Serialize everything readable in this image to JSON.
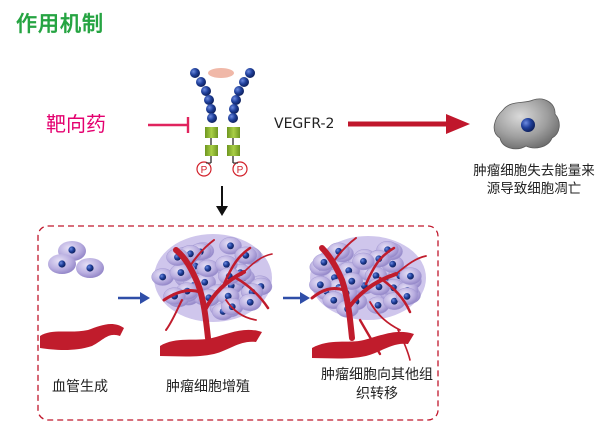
{
  "title": "作用机制",
  "drug_label": "靶向药",
  "receptor_label": "VEGFR-2",
  "phospho_label": "P",
  "outcome_label": "肿瘤细胞失去能量来源导致细胞凋亡",
  "stages": [
    {
      "label": "血管生成"
    },
    {
      "label": "肿瘤细胞增殖"
    },
    {
      "label": "肿瘤细胞向其他组织转移"
    }
  ],
  "colors": {
    "title": "#26a442",
    "drug": "#e4006f",
    "receptor_bead": "#1f3f9a",
    "receptor_segment": "#8bb52a",
    "inhibitor_line": "#e0245e",
    "main_arrow": "#c0172c",
    "vessel": "#c01c2c",
    "stage_arrow": "#2f4ea8",
    "cell": "#b9aee0",
    "nucleus": "#1f3f9a",
    "frame": "#c0172c"
  },
  "icons": [
    "inhibition-bar-icon",
    "right-arrow-icon",
    "down-arrow-icon",
    "dead-cell-icon"
  ]
}
